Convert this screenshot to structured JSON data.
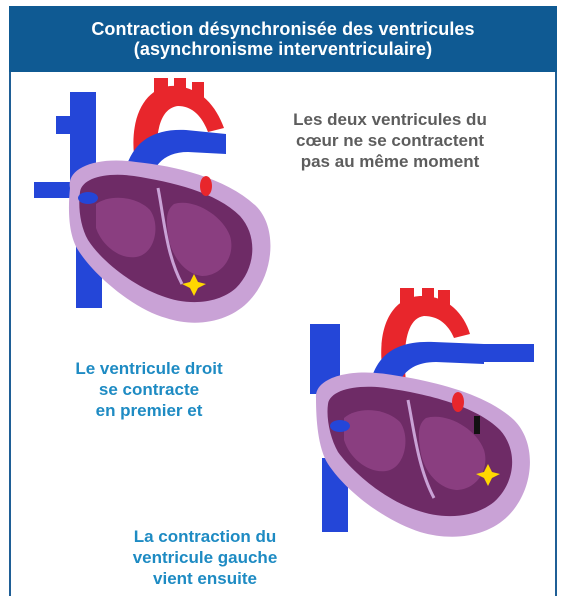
{
  "header": {
    "title_line1": "Contraction désynchronisée des ventricules",
    "title_line2": "(asynchronisme interventriculaire)"
  },
  "captions": {
    "top_right": {
      "line1": "Les deux ventricules du",
      "line2": "cœur ne se contractent",
      "line3": "pas au même moment"
    },
    "middle_left": {
      "line1": "Le ventricule droit",
      "line2": "se contracte",
      "line3": "en premier et"
    },
    "bottom": {
      "line1": "La contraction du",
      "line2": "ventricule gauche",
      "line3": "vient ensuite"
    }
  },
  "colors": {
    "header_bg": "#0f5a93",
    "caption_gray": "#5d5d5d",
    "caption_blue": "#1e8bc3",
    "vein_blue": "#2446d8",
    "artery_red": "#e8262c",
    "myocardium": "#6e2b66",
    "pericardium_lilac": "#c9a2d6",
    "spark_yellow": "#ffd800"
  },
  "figures": {
    "heart_top": "heart-diagram-right-ventricle-first",
    "heart_bottom": "heart-diagram-left-ventricle-after"
  }
}
